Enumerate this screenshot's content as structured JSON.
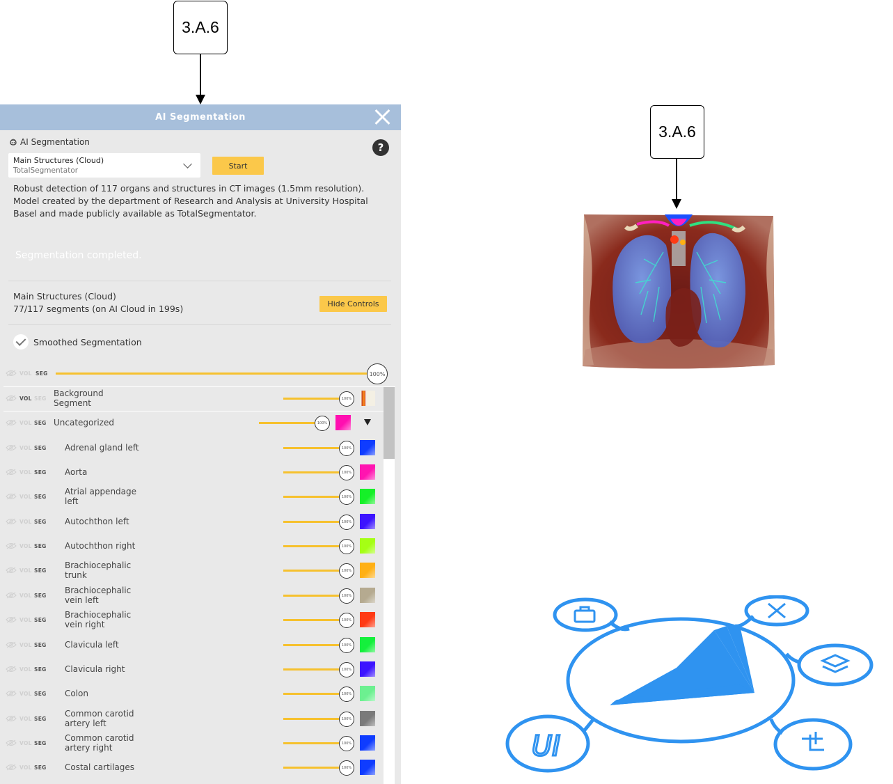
{
  "annotations": [
    {
      "label": "3.A.6"
    },
    {
      "label": "3.A.6"
    }
  ],
  "panel": {
    "title": "AI Segmentation",
    "section_title": "AI Segmentation",
    "help_glyph": "?",
    "model": {
      "name": "Main Structures (Cloud)",
      "sub": "TotalSegmentator"
    },
    "start_label": "Start",
    "description": [
      "Robust detection of 117 organs and structures in CT images (1.5mm resolution).",
      "Model created by the department of Research and Analysis at University Hospital Basel and made publicly available as TotalSegmentator."
    ],
    "status": "Segmentation completed.",
    "result_name": "Main Structures (Cloud)",
    "result_count": "77/117 segments (on AI Cloud in 199s)",
    "hide_controls_label": "Hide Controls",
    "smoothed_label": "Smoothed Segmentation",
    "vol_tag": "VOL",
    "seg_tag": "SEG",
    "master_opacity": "100%",
    "row_opacity": "100%",
    "rows": [
      {
        "label": "Background Segment",
        "color": "#c33a1a",
        "type": "background"
      },
      {
        "label": "Uncategorized",
        "color": "#ff0fb0",
        "type": "group"
      },
      {
        "label": "Adrenal gland left",
        "color": "#0f3cff"
      },
      {
        "label": "Aorta",
        "color": "#ff14b0"
      },
      {
        "label": "Atrial appendage left",
        "color": "#15f028"
      },
      {
        "label": "Autochthon left",
        "color": "#3c14ff"
      },
      {
        "label": "Autochthon right",
        "color": "#a5ff14"
      },
      {
        "label": "Brachiocephalic trunk",
        "color": "#ffb014"
      },
      {
        "label": "Brachiocephalic vein left",
        "color": "#b5aa90"
      },
      {
        "label": "Brachiocephalic vein right",
        "color": "#ff3a14"
      },
      {
        "label": "Clavicula left",
        "color": "#14f03c"
      },
      {
        "label": "Clavicula right",
        "color": "#3c14ff"
      },
      {
        "label": "Colon",
        "color": "#6cf090"
      },
      {
        "label": "Common carotid artery left",
        "color": "#7a7a7a"
      },
      {
        "label": "Common carotid artery right",
        "color": "#0f3cff"
      },
      {
        "label": "Costal cartilages",
        "color": "#0f3cff"
      }
    ]
  },
  "logo": {
    "text": "UI"
  }
}
